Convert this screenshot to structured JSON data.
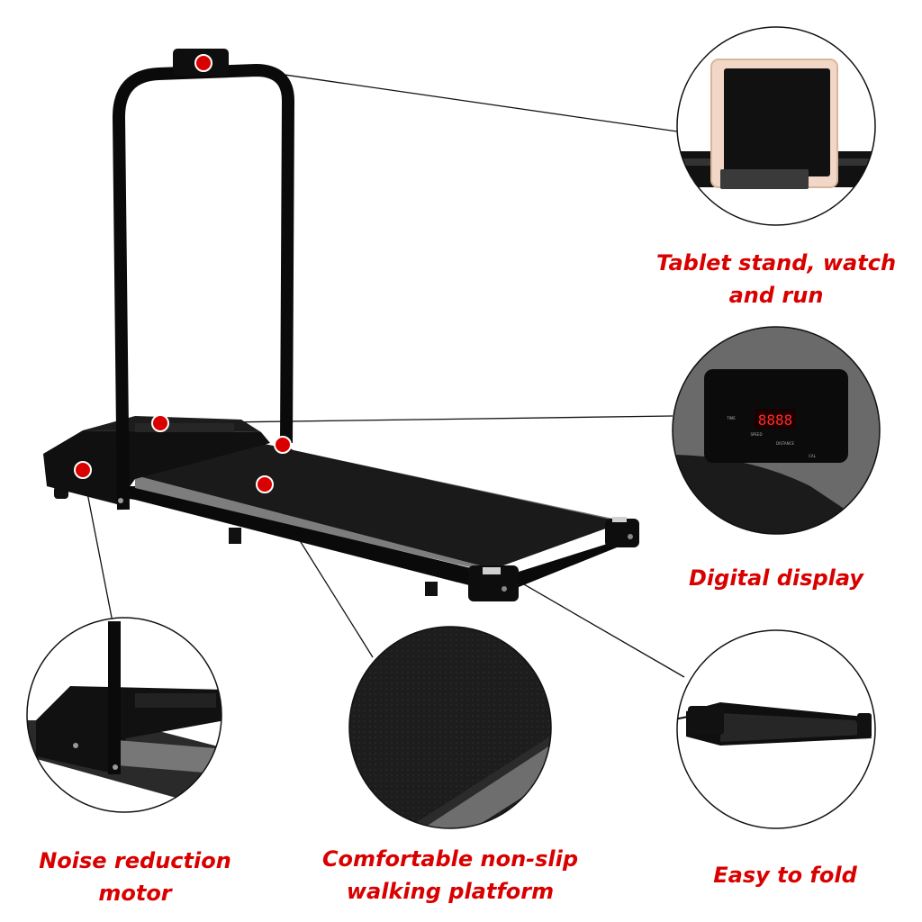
{
  "colors": {
    "accent_red": "#d90000",
    "frame_black": "#0c0c0c",
    "belt_black": "#1a1a1a",
    "rail_grey": "#8a8a8a",
    "display_led": "#ff2a2a"
  },
  "features": [
    {
      "id": "tablet-stand",
      "line1": "Tablet stand, watch",
      "line2": "and run"
    },
    {
      "id": "digital-display",
      "line1": "Digital display",
      "line2": ""
    },
    {
      "id": "easy-fold",
      "line1": "Easy to fold",
      "line2": ""
    },
    {
      "id": "noise-motor",
      "line1": "Noise reduction",
      "line2": "motor"
    },
    {
      "id": "walking-platform",
      "line1": "Comfortable non-slip",
      "line2": "walking platform"
    }
  ],
  "display_panel": {
    "readout": "8888",
    "labels": [
      "TIME",
      "SPEED",
      "DISTANCE",
      "CAL"
    ]
  }
}
